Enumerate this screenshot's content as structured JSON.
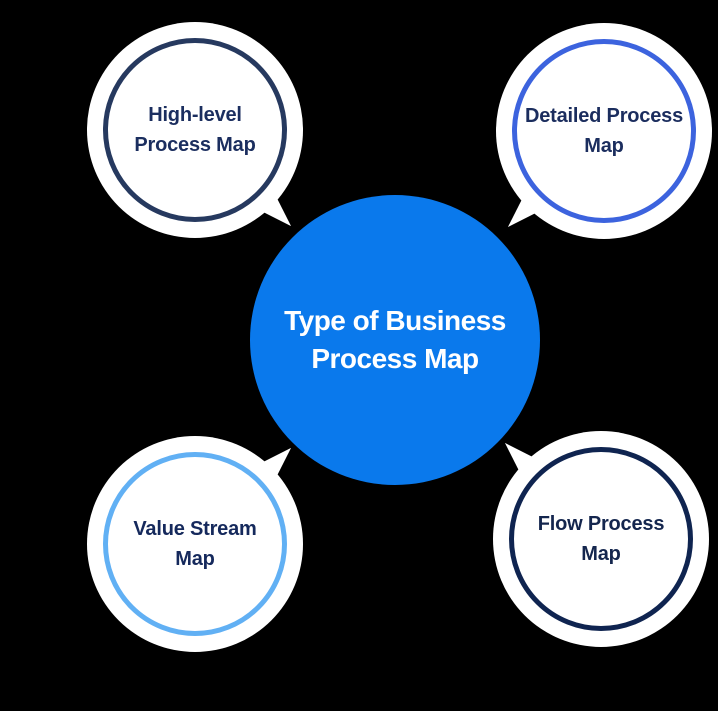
{
  "background_color": "#000000",
  "center": {
    "label": "Type of Business Process Map",
    "lines": [
      "Type of Business",
      "Process Map"
    ],
    "fill_color": "#0a79ec",
    "text_color": "#ffffff"
  },
  "satellites": [
    {
      "id": "high-level-process-map",
      "position": "top-left",
      "label": "High-level Process Map",
      "lines": [
        "High-level",
        "Process Map"
      ],
      "ring_color": "#26395f",
      "text_color": "#1b2e5f",
      "bubble_color": "#ffffff"
    },
    {
      "id": "detailed-process-map",
      "position": "top-right",
      "label": "Detailed Process Map",
      "lines": [
        "Detailed Process",
        "Map"
      ],
      "ring_color": "#3c63de",
      "text_color": "#1b2d5e",
      "bubble_color": "#ffffff"
    },
    {
      "id": "value-stream-map",
      "position": "bottom-left",
      "label": "Value Stream Map",
      "lines": [
        "Value Stream",
        "Map"
      ],
      "ring_color": "#61b0f4",
      "text_color": "#15295c",
      "bubble_color": "#ffffff"
    },
    {
      "id": "flow-process-map",
      "position": "bottom-right",
      "label": "Flow Process Map",
      "lines": [
        "Flow Process",
        "Map"
      ],
      "ring_color": "#0f2450",
      "text_color": "#14264e",
      "bubble_color": "#ffffff"
    }
  ]
}
